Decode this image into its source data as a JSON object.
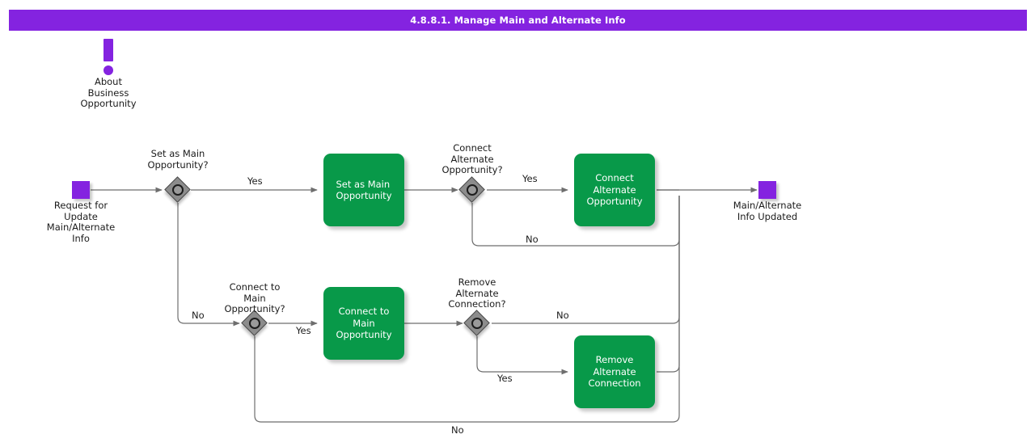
{
  "header": {
    "title": "4.8.8.1. Manage Main and Alternate Info",
    "bar_color": "#8423e0",
    "text_color": "#ffffff"
  },
  "colors": {
    "event": "#8423e0",
    "task": "#089949",
    "gateway": "#8c8c8c",
    "connector": "#6e6e6e",
    "text": "#1b1b1b"
  },
  "annotation": {
    "icon": "exclamation-icon",
    "label": "About\nBusiness\nOpportunity",
    "line1": "About",
    "line2": "Business",
    "line3": "Opportunity"
  },
  "events": {
    "start": {
      "name": "start-event",
      "label": "Request for\nUpdate\nMain/Alternate\nInfo",
      "line1": "Request for",
      "line2": "Update",
      "line3": "Main/Alternate",
      "line4": "Info"
    },
    "end": {
      "name": "end-event",
      "label": "Main/Alternate\nInfo Updated",
      "line1": "Main/Alternate",
      "line2": "Info Updated"
    }
  },
  "gateways": [
    {
      "id": "gw-set-main",
      "label": "Set as Main\nOpportunity?",
      "line1": "Set as Main",
      "line2": "Opportunity?",
      "type": "inclusive"
    },
    {
      "id": "gw-connect-alternate",
      "label": "Connect\nAlternate\nOpportunity?",
      "line1": "Connect",
      "line2": "Alternate",
      "line3": "Opportunity?",
      "type": "inclusive"
    },
    {
      "id": "gw-connect-main",
      "label": "Connect to\nMain\nOpportunity?",
      "line1": "Connect to",
      "line2": "Main",
      "line3": "Opportunity?",
      "type": "inclusive"
    },
    {
      "id": "gw-remove-alternate",
      "label": "Remove\nAlternate\nConnection?",
      "line1": "Remove",
      "line2": "Alternate",
      "line3": "Connection?",
      "type": "inclusive"
    }
  ],
  "tasks": [
    {
      "id": "task-set-main",
      "label": "Set as Main\nOpportunity",
      "line1": "Set as Main",
      "line2": "Opportunity",
      "align": "left"
    },
    {
      "id": "task-connect-alternate",
      "label": "Connect\nAlternate\nOpportunity",
      "line1": "Connect",
      "line2": "Alternate",
      "line3": "Opportunity",
      "align": "center"
    },
    {
      "id": "task-connect-main",
      "label": "Connect to Main\nOpportunity",
      "line1": "Connect to Main",
      "line2": "Opportunity",
      "align": "center"
    },
    {
      "id": "task-remove-alternate",
      "label": "Remove\nAlternate\nConnection",
      "line1": "Remove",
      "line2": "Alternate",
      "line3": "Connection",
      "align": "center"
    }
  ],
  "flow_labels": {
    "yes_set_main": "Yes",
    "no_set_main": "No",
    "yes_connect_alternate": "Yes",
    "no_connect_alternate": "No",
    "yes_connect_main": "Yes",
    "no_connect_main": "No",
    "yes_remove_alternate": "Yes",
    "no_remove_alternate": "No"
  }
}
